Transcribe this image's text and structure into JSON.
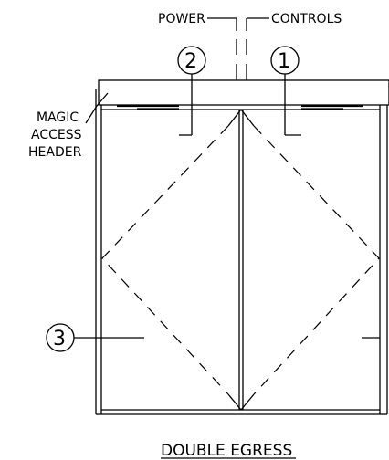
{
  "labels": {
    "power": "POWER",
    "controls": "CONTROLS",
    "header_line1": "MAGIC",
    "header_line2": "ACCESS",
    "header_line3": "HEADER",
    "title": "DOUBLE EGRESS"
  },
  "callouts": {
    "one": "1",
    "two": "2",
    "three": "3"
  }
}
